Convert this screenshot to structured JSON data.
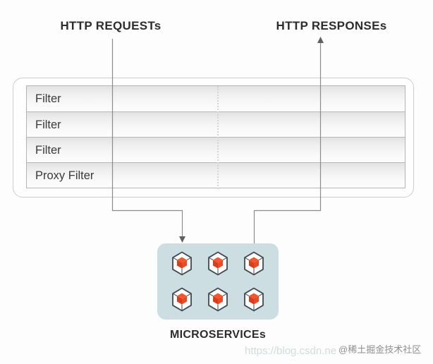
{
  "diagram": {
    "title_left": "HTTP REQUESTs",
    "title_right": "HTTP RESPONSEs",
    "filters": {
      "rows": [
        "Filter",
        "Filter",
        "Filter",
        "Proxy Filter"
      ]
    },
    "microservices": {
      "label": "MICROSERVICEs",
      "instance_count": 6,
      "icon": "cube-3d-icon"
    },
    "flow": {
      "request_arrow": "down-into-microservices",
      "response_arrow": "up-to-responses"
    }
  },
  "watermarks": {
    "url_text": "https://blog.csdn.ne",
    "community_text": "@稀土掘金技术社区"
  },
  "colors": {
    "cube_orange": "#E8492A",
    "microservices_panel_bg": "#CDDEE3",
    "connector_gray": "#8C8C8C",
    "panel_border": "#C9CED4"
  }
}
